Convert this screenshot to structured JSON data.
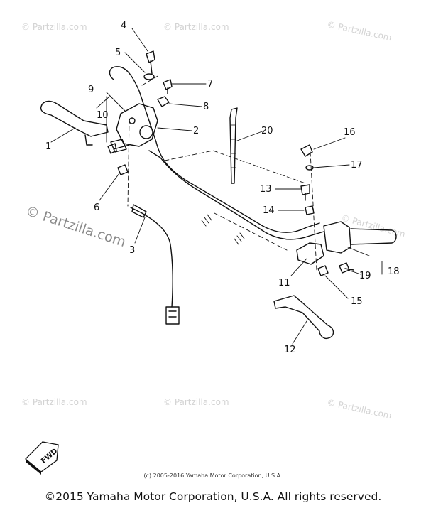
{
  "watermarks": {
    "small": "© Partzilla.com",
    "large": "© Partzilla.com"
  },
  "parts": [
    {
      "id": "1",
      "label": "1"
    },
    {
      "id": "2",
      "label": "2"
    },
    {
      "id": "4",
      "label": "4"
    },
    {
      "id": "5",
      "label": "5"
    },
    {
      "id": "6",
      "label": "6"
    },
    {
      "id": "7",
      "label": "7"
    },
    {
      "id": "8",
      "label": "8"
    },
    {
      "id": "9",
      "label": "9"
    },
    {
      "id": "10",
      "label": "10"
    },
    {
      "id": "11",
      "label": "11"
    },
    {
      "id": "12",
      "label": "12"
    },
    {
      "id": "13",
      "label": "13"
    },
    {
      "id": "14",
      "label": "14"
    },
    {
      "id": "15",
      "label": "15"
    },
    {
      "id": "16",
      "label": "16"
    },
    {
      "id": "17",
      "label": "17"
    },
    {
      "id": "18",
      "label": "18"
    },
    {
      "id": "19",
      "label": "19"
    },
    {
      "id": "20",
      "label": "20"
    },
    {
      "id": "3",
      "label": "3"
    }
  ],
  "fwd_label": "FWD",
  "inner_copyright": "(c) 2005-2016 Yamaha Motor Corporation, U.S.A.",
  "footer_copyright": "©2015 Yamaha Motor Corporation, U.S.A. All rights reserved."
}
